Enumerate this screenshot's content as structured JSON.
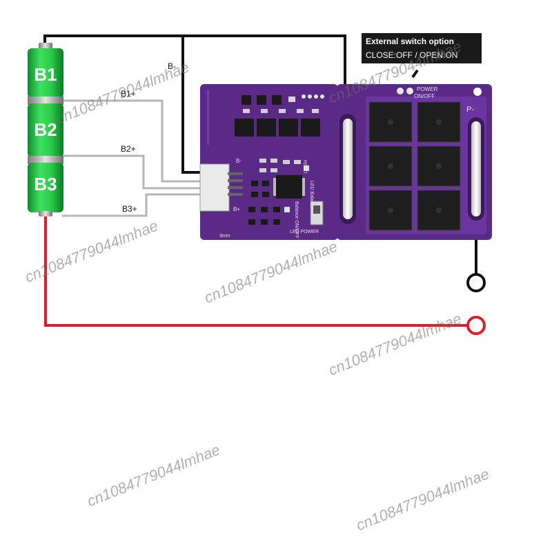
{
  "cells": [
    {
      "label": "B1",
      "color": "#22c55e"
    },
    {
      "label": "B2",
      "color": "#22c55e"
    },
    {
      "label": "B3",
      "color": "#22c55e"
    }
  ],
  "wires": {
    "bminus": "B-",
    "b1plus": "B1+",
    "b2plus": "B2+",
    "b3plus": "B3+",
    "positive_color": "#dc1f26",
    "negative_color": "#111111",
    "balance_color": "#b5b5b5"
  },
  "switch_note": {
    "line1": "External switch option",
    "line2": "CLOSE:OFF /  OPEN:ON"
  },
  "board": {
    "color": "#5b2a86",
    "power_label": "POWER",
    "onoff_label": "ON/OFF",
    "pminus_label": "P-",
    "bminus_pad": "B-",
    "bplus_pad": "B+",
    "led_balance": "LED Balance",
    "led_power": "LED POWER",
    "balance_onoff": "Balance ON/OFF",
    "reset_label": "RESET",
    "size_label": "3mm"
  },
  "watermarks": [
    "cn1084779044lmhae",
    "cn1084779044lmhae",
    "cn1084779044lmhae",
    "cn1084779044lmhae",
    "cn1084779044lmhae",
    "cn1084779044lmhae",
    "cn1084779044lmhae"
  ]
}
